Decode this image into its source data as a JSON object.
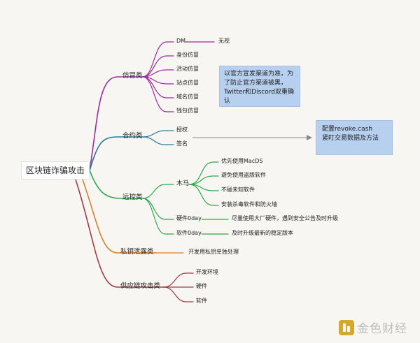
{
  "diagram": {
    "root": "区块链诈骗攻击",
    "categories": {
      "impersonation": "仿冒类",
      "contract": "合约类",
      "remote": "远控类",
      "key_leak": "私钥泄露类",
      "supply_chain": "供应链攻击类"
    },
    "impersonation_items": [
      "DM",
      "身份仿冒",
      "活动仿冒",
      "站点仿冒",
      "域名仿冒",
      "钱包仿冒"
    ],
    "dm_action": "无视",
    "impersonation_note": "以官方宣发渠道为准，为了防止官方渠道被黑，Twitter和Discord双重确认",
    "contract_items": [
      "授权",
      "签名"
    ],
    "contract_note": "配置revoke.cash\n紧盯交易数据及方法",
    "remote_items": [
      "木马",
      "硬件0day",
      "软件0day"
    ],
    "trojan_actions": [
      "优先使用MacDS",
      "避免使用盗版软件",
      "不碰未知软件",
      "安装杀毒软件和防火墙"
    ],
    "hardware_action": "尽量使用大厂硬件，遇到安全公告及时升级",
    "software_action": "及时升级最新的稳定版本",
    "key_leak_action": "开发用私钥单独处理",
    "supply_chain_items": [
      "开发环境",
      "硬件",
      "软件"
    ]
  },
  "colors": {
    "purple": "#9b2b9e",
    "teal": "#2a7a96",
    "green": "#2aa84a",
    "orange": "#d4822a",
    "maroon": "#a03c46",
    "note_fill": "#b7d0ef",
    "arrow": "#888888"
  },
  "watermark": "金色财经"
}
